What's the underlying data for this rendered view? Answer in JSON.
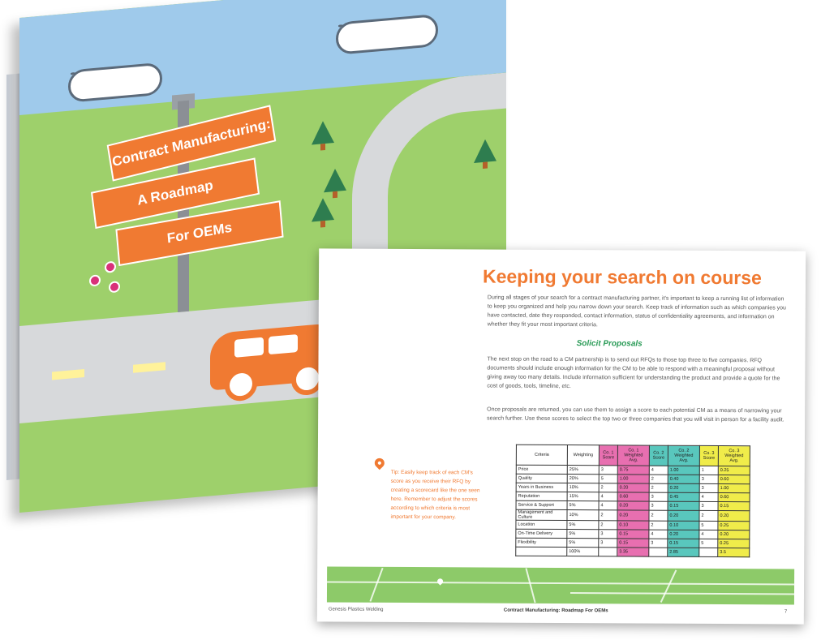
{
  "cover": {
    "sign_line1": "Contract Manufacturing:",
    "sign_line2": "A Roadmap",
    "sign_line3": "For OEMs"
  },
  "page": {
    "title": "Keeping your search on course",
    "intro": "During all stages of your search for a contract manufacturing partner, it's important to keep a running list of information to keep you organized and help you narrow down your search. Keep track of information such as which companies you have contacted, date they responded, contact information, status of confidentiality agreements, and information on whether they fit your most important criteria.",
    "subheading": "Solicit Proposals",
    "para2": "The next stop on the road to a CM partnership is to send out RFQs to those top three to five companies. RFQ documents should include enough information for the CM to be able to respond with a meaningful proposal without giving away too many details. Include information sufficient for understanding the product and provide a quote for the cost of goods, tools, timeline, etc.",
    "para3": "Once proposals are returned, you can use them to assign a score to each potential CM as a means of narrowing your search further. Use these scores to select the top two or three companies that you will visit in person for a facility audit.",
    "tip": "Tip: Easily keep track of each CM's score as you receive their RFQ by creating a scorecard like the one seen here. Remember to adjust the scores according to which criteria is most important for your company.",
    "footer_left": "Genesis Plastics Welding",
    "footer_center": "Contract Manufacturing: Roadmap For OEMs",
    "page_number": "7"
  },
  "table": {
    "headers": [
      "Criteria",
      "Weighting",
      "Co. 1 Score",
      "Co. 1 Weighted Avg.",
      "Co. 2 Score",
      "Co. 2 Weighted Avg.",
      "Co. 3 Score",
      "Co. 3 Weighted Avg."
    ],
    "rows": [
      [
        "Price",
        "25%",
        "3",
        "0.75",
        "4",
        "1.00",
        "1",
        "0.25"
      ],
      [
        "Quality",
        "20%",
        "5",
        "1.00",
        "2",
        "0.40",
        "3",
        "0.60"
      ],
      [
        "Years in Business",
        "10%",
        "2",
        "0.20",
        "2",
        "0.20",
        "3",
        "1.00"
      ],
      [
        "Reputation",
        "15%",
        "4",
        "0.60",
        "3",
        "0.45",
        "4",
        "0.60"
      ],
      [
        "Service & Support",
        "5%",
        "4",
        "0.20",
        "3",
        "0.15",
        "3",
        "0.15"
      ],
      [
        "Management and Culture",
        "10%",
        "2",
        "0.20",
        "2",
        "0.20",
        "2",
        "0.20"
      ],
      [
        "Location",
        "5%",
        "2",
        "0.10",
        "2",
        "0.10",
        "5",
        "0.25"
      ],
      [
        "On-Time Delivery",
        "5%",
        "3",
        "0.15",
        "4",
        "0.20",
        "4",
        "0.20"
      ],
      [
        "Flexibility",
        "5%",
        "3",
        "0.15",
        "3",
        "0.15",
        "5",
        "0.25"
      ],
      [
        "",
        "100%",
        "",
        "3.35",
        "",
        "2.85",
        "",
        "3.5"
      ]
    ]
  },
  "colors": {
    "accent_orange": "#f07a32",
    "subheading_green": "#2a9b57",
    "co1_pink": "#e86fb0",
    "co2_teal": "#59c7bd",
    "co3_yellow": "#f0ec4a"
  }
}
